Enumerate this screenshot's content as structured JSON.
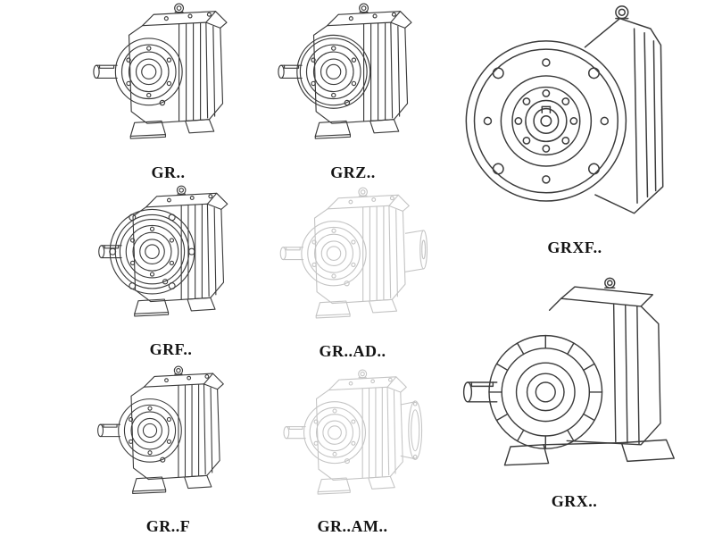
{
  "page": {
    "background": "#ffffff",
    "line_color": "#3b3b3b",
    "ghost_line_color": "#c4c4c4",
    "label_color": "#141414"
  },
  "figures": [
    {
      "id": "gr",
      "label": "GR..",
      "style": "solid",
      "description": "foot-mounted helical gear unit, isometric line drawing"
    },
    {
      "id": "grz",
      "label": "GRZ..",
      "style": "solid",
      "description": "foot-mounted helical gear unit with extended housing ring"
    },
    {
      "id": "grxf",
      "label": "GRXF..",
      "style": "solid",
      "description": "flange-mounted helical gear unit, front view with bolt circle"
    },
    {
      "id": "grf",
      "label": "GRF..",
      "style": "solid",
      "description": "flange + foot mounted helical gear unit"
    },
    {
      "id": "gr-ad",
      "label": "GR..AD..",
      "style": "ghost",
      "description": "gear unit with input shaft adapter, light phantom drawing"
    },
    {
      "id": "gr-f",
      "label": "GR..F",
      "style": "solid",
      "description": "foot-mounted helical gear unit variant"
    },
    {
      "id": "gr-am",
      "label": "GR..AM..",
      "style": "ghost",
      "description": "gear unit with motor input flange, light phantom drawing"
    },
    {
      "id": "grx",
      "label": "GRX..",
      "style": "solid",
      "description": "large foot-mounted helical gear unit with ribbed bearing housing"
    }
  ]
}
